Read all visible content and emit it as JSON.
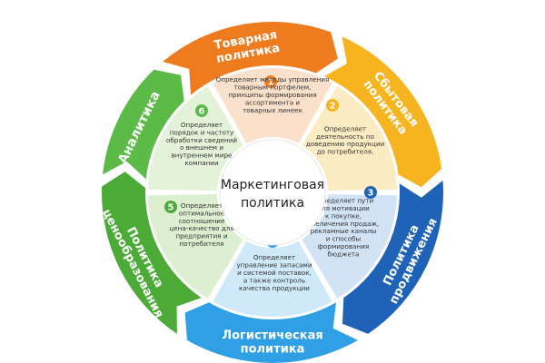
{
  "center": {
    "lines": [
      "Маркетинговая",
      "политика"
    ]
  },
  "segments": [
    {
      "number": "1",
      "color": "#ee7c1e",
      "light": "#fbe0cc",
      "ring_lines": [
        "Товарная",
        "политика"
      ],
      "desc_lines": [
        "Определяет методы управления",
        "товарным портфелем,",
        "принципы формирования",
        "ассортимента и",
        "товарных линеек"
      ]
    },
    {
      "number": "2",
      "color": "#f6b420",
      "light": "#fcecc3",
      "ring_lines": [
        "Сбытовая",
        "политика"
      ],
      "desc_lines": [
        "Определяет",
        "деятельность по",
        "доведению продукции",
        "до потребителя."
      ]
    },
    {
      "number": "3",
      "color": "#1f63b8",
      "light": "#d3e3f6",
      "ring_lines": [
        "Политика",
        "продвижения"
      ],
      "desc_lines": [
        "Определяет пути",
        "для мотивации",
        "к покупке,",
        "увеличения продаж,",
        "рекламные каналы",
        "и способы",
        "формирования",
        "бюджета"
      ]
    },
    {
      "number": "4",
      "color": "#2f9fe6",
      "light": "#cfe9fa",
      "ring_lines": [
        "Логистическая",
        "политика"
      ],
      "desc_lines": [
        "Определяет",
        "управление запасами",
        "и системой поставок,",
        "а также контроль",
        "качества продукции"
      ]
    },
    {
      "number": "5",
      "color": "#4cab37",
      "light": "#dcefd0",
      "ring_lines": [
        "Политика",
        "ценообразования"
      ],
      "desc_lines": [
        "Определяет",
        "оптимальное",
        "соотношение",
        "цена-качество для",
        "предприятия и",
        "потребителя"
      ]
    },
    {
      "number": "6",
      "color": "#5cba47",
      "light": "#e3f2d9",
      "ring_lines": [
        "Аналитика"
      ],
      "desc_lines": [
        "Определяет",
        "порядок и частоту",
        "обработки сведений",
        "о внешнем и",
        "внутреннем мире",
        "компании"
      ]
    }
  ]
}
